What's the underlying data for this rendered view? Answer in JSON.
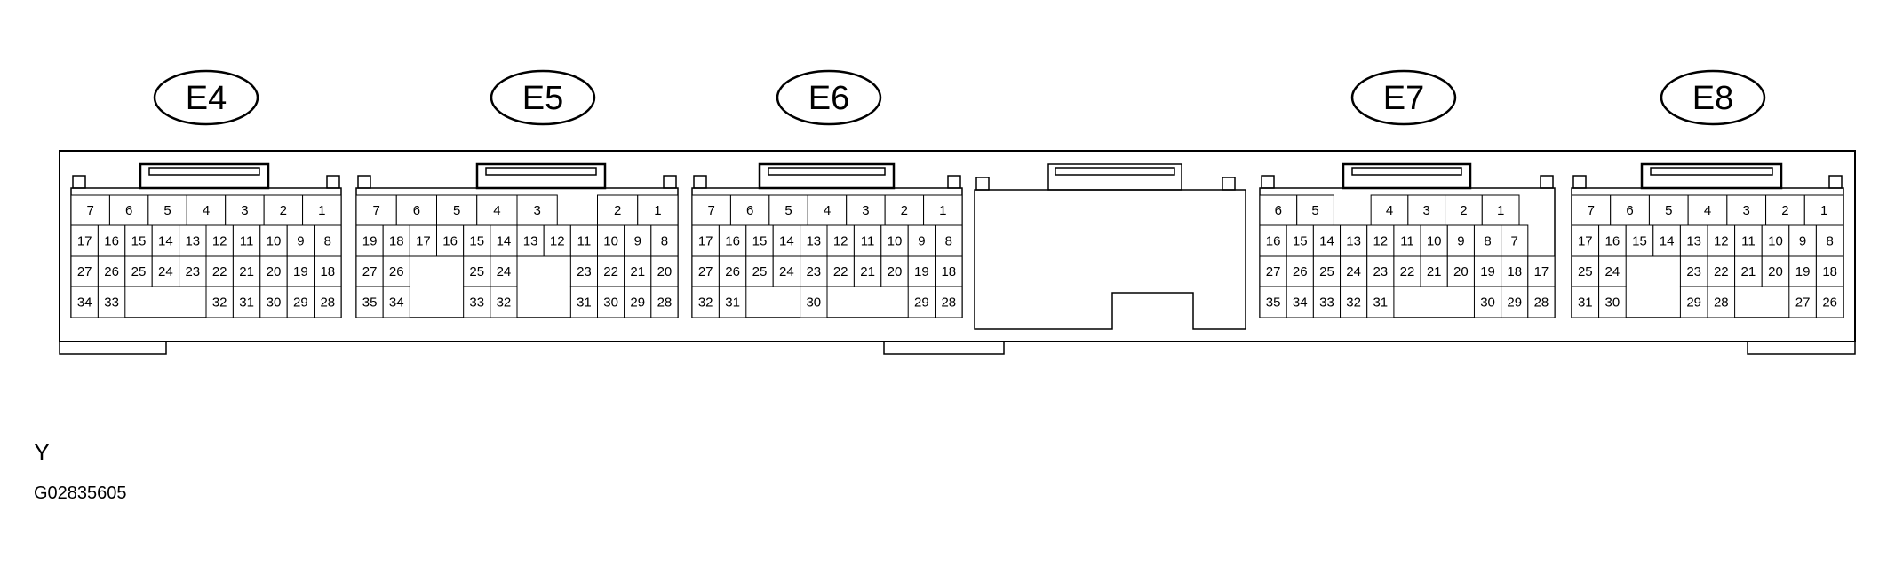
{
  "footer": {
    "code": "Y",
    "figure_id": "G02835605"
  },
  "connectors": [
    {
      "label": "E4",
      "rows": [
        [
          "7",
          "6",
          "5",
          "4",
          "3",
          "2",
          "1"
        ],
        [
          "17",
          "16",
          "15",
          "14",
          "13",
          "12",
          "11",
          "10",
          "9",
          "8"
        ],
        [
          "27",
          "26",
          "25",
          "24",
          "23",
          "22",
          "21",
          "20",
          "19",
          "18"
        ],
        [
          "34",
          "33",
          "32",
          "31",
          "30",
          "29",
          "28"
        ]
      ]
    },
    {
      "label": "E5",
      "rows": [
        [
          "7",
          "6",
          "5",
          "4",
          "3",
          "2",
          "1"
        ],
        [
          "19",
          "18",
          "17",
          "16",
          "15",
          "14",
          "13",
          "12",
          "11",
          "10",
          "9",
          "8"
        ],
        [
          "27",
          "26",
          "25",
          "24",
          "23",
          "22",
          "21",
          "20"
        ],
        [
          "35",
          "34",
          "33",
          "32",
          "31",
          "30",
          "29",
          "28"
        ]
      ]
    },
    {
      "label": "E6",
      "rows": [
        [
          "7",
          "6",
          "5",
          "4",
          "3",
          "2",
          "1"
        ],
        [
          "17",
          "16",
          "15",
          "14",
          "13",
          "12",
          "11",
          "10",
          "9",
          "8"
        ],
        [
          "27",
          "26",
          "25",
          "24",
          "23",
          "22",
          "21",
          "20",
          "19",
          "18"
        ],
        [
          "32",
          "31",
          "30",
          "29",
          "28"
        ]
      ]
    },
    {
      "label": "E7",
      "rows": [
        [
          "6",
          "5",
          "4",
          "3",
          "2",
          "1"
        ],
        [
          "16",
          "15",
          "14",
          "13",
          "12",
          "11",
          "10",
          "9",
          "8",
          "7"
        ],
        [
          "27",
          "26",
          "25",
          "24",
          "23",
          "22",
          "21",
          "20",
          "19",
          "18",
          "17"
        ],
        [
          "35",
          "34",
          "33",
          "32",
          "31",
          "30",
          "29",
          "28"
        ]
      ]
    },
    {
      "label": "E8",
      "rows": [
        [
          "7",
          "6",
          "5",
          "4",
          "3",
          "2",
          "1"
        ],
        [
          "17",
          "16",
          "15",
          "14",
          "13",
          "12",
          "11",
          "10",
          "9",
          "8"
        ],
        [
          "25",
          "24",
          "23",
          "22",
          "21",
          "20",
          "19",
          "18"
        ],
        [
          "31",
          "30",
          "29",
          "28",
          "27",
          "26"
        ]
      ]
    }
  ]
}
